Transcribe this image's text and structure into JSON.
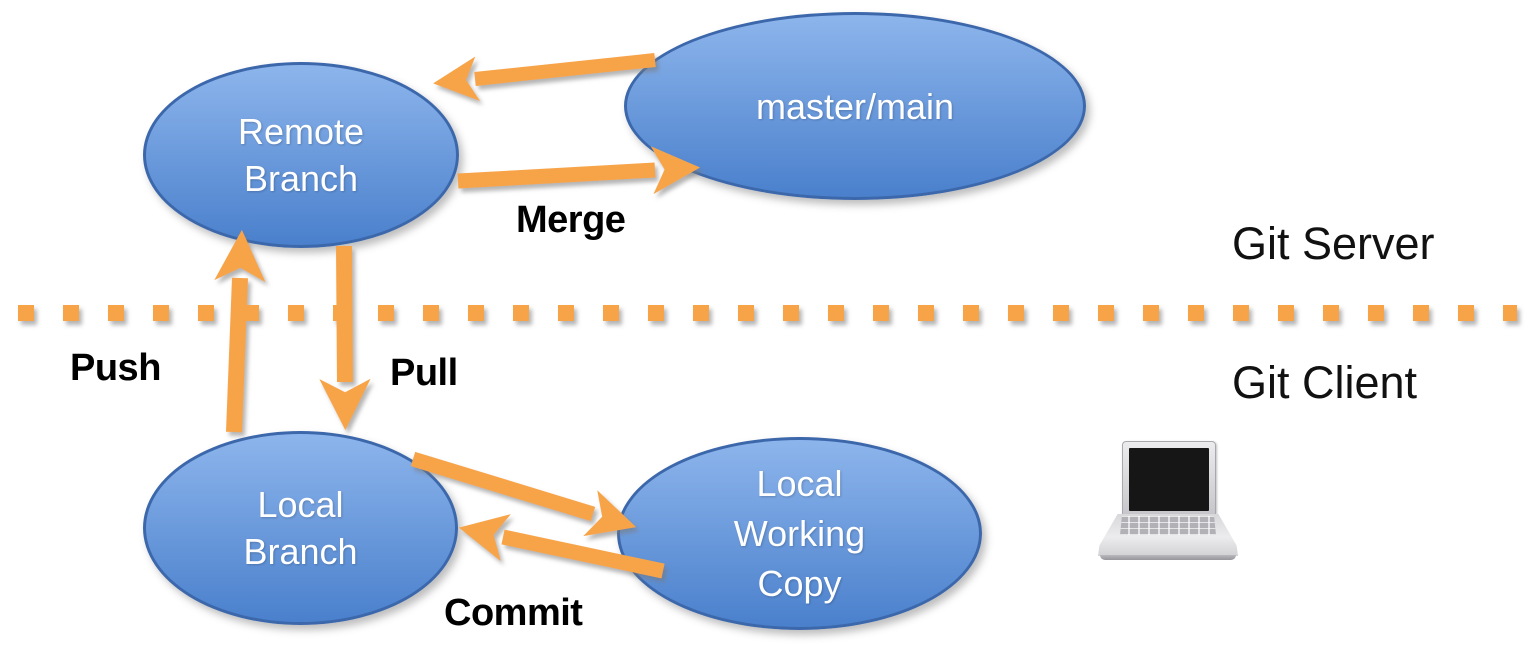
{
  "colors": {
    "node-top": "#8db5ec",
    "node-bottom": "#4a80cc",
    "node-border": "#3c68ab",
    "node-text": "#ffffff",
    "arrow": "#F7A44A",
    "label": "#000000",
    "region": "#111111"
  },
  "nodes": [
    {
      "id": "remote-branch",
      "lines": [
        "Remote",
        "Branch"
      ]
    },
    {
      "id": "master-main",
      "lines": [
        "master/main"
      ]
    },
    {
      "id": "local-branch",
      "lines": [
        "Local",
        "Branch"
      ]
    },
    {
      "id": "local-working-copy",
      "lines": [
        "Local",
        "Working",
        "Copy"
      ]
    }
  ],
  "edges": [
    {
      "from": "master-main",
      "to": "remote-branch",
      "label": ""
    },
    {
      "from": "remote-branch",
      "to": "master-main",
      "label": "Merge"
    },
    {
      "from": "local-branch",
      "to": "remote-branch",
      "label": "Push"
    },
    {
      "from": "remote-branch",
      "to": "local-branch",
      "label": "Pull"
    },
    {
      "from": "local-branch",
      "to": "local-working-copy",
      "label": ""
    },
    {
      "from": "local-working-copy",
      "to": "local-branch",
      "label": "Commit"
    }
  ],
  "regions": [
    {
      "id": "server",
      "label": "Git Server"
    },
    {
      "id": "client",
      "label": "Git Client"
    }
  ],
  "icons": [
    {
      "name": "laptop-icon"
    }
  ]
}
